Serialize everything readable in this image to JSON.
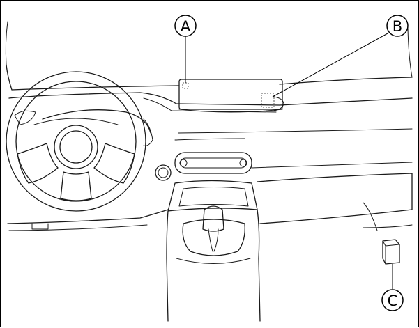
{
  "callouts": [
    {
      "id": "A",
      "label": "A"
    },
    {
      "id": "B",
      "label": "B"
    },
    {
      "id": "C",
      "label": "C"
    }
  ],
  "colors": {
    "line": "#1a1a1a",
    "background": "#ffffff"
  }
}
